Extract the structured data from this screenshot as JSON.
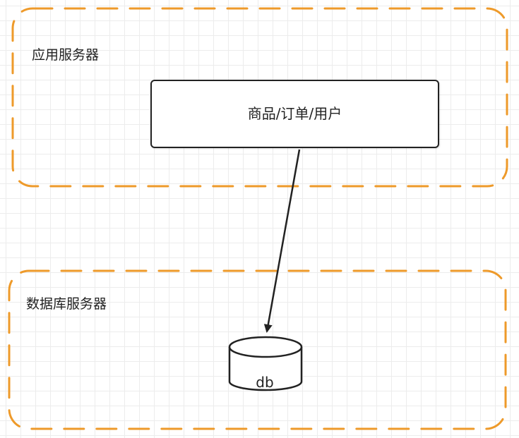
{
  "groups": {
    "app_server": {
      "label": "应用服务器"
    },
    "db_server": {
      "label": "数据库服务器"
    }
  },
  "nodes": {
    "service": {
      "label": "商品/订单/用户"
    },
    "database": {
      "label": "db",
      "shape": "cylinder"
    }
  },
  "edges": [
    {
      "from": "service",
      "to": "database",
      "style": "solid-arrow"
    }
  ],
  "colors": {
    "group_border": "#ee9a2a",
    "node_stroke": "#222222",
    "text": "#222222",
    "grid": "#ececec"
  }
}
